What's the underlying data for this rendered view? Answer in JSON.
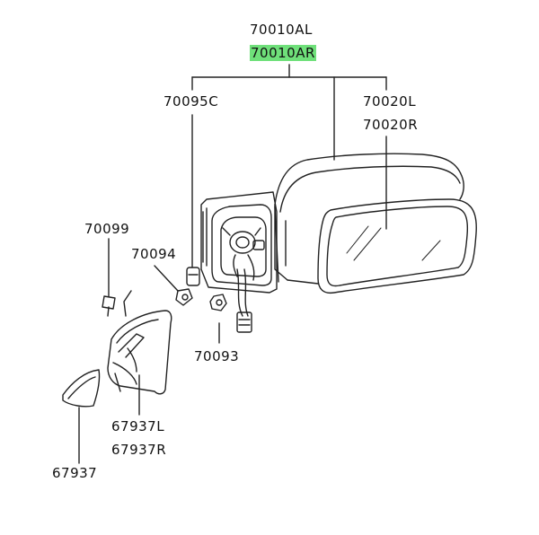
{
  "diagram": {
    "highlight_color": "#6fe07a",
    "line_color": "#222222",
    "labels": {
      "mirror_assy_left": "70010AL",
      "mirror_assy_right": "70010AR",
      "mirror_glass_left": "70020L",
      "mirror_glass_right": "70020R",
      "clip": "70095C",
      "screw": "70099",
      "grommet": "70094",
      "nut": "70093",
      "cover_left": "67937L",
      "cover_right": "67937R",
      "corner_cover": "67937"
    },
    "highlighted_part": "70010AR"
  }
}
